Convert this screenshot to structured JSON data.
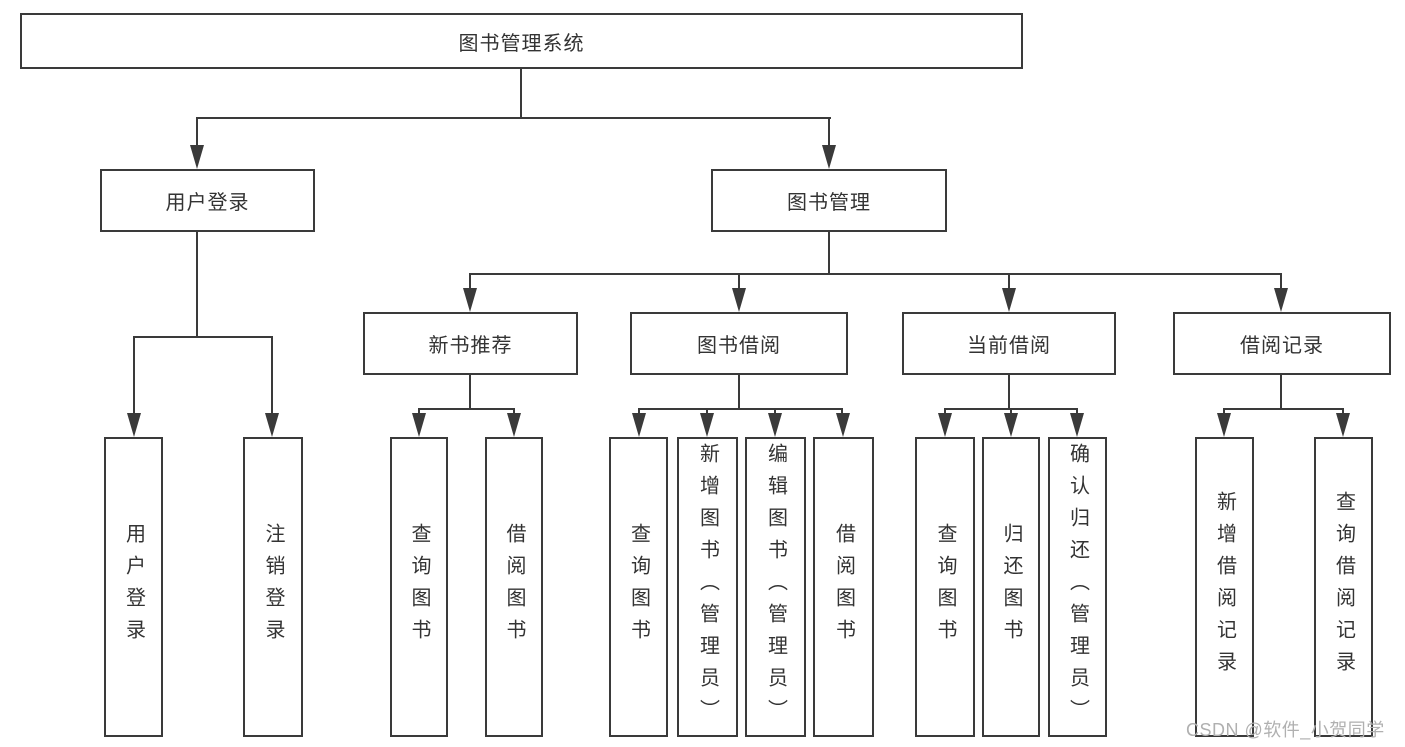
{
  "tree": {
    "label": "图书管理系统",
    "children": [
      {
        "label": "用户登录",
        "children": [
          {
            "label": "用户登录"
          },
          {
            "label": "注销登录"
          }
        ]
      },
      {
        "label": "图书管理",
        "children": [
          {
            "label": "新书推荐",
            "children": [
              {
                "label": "查询图书"
              },
              {
                "label": "借阅图书"
              }
            ]
          },
          {
            "label": "图书借阅",
            "children": [
              {
                "label": "查询图书"
              },
              {
                "label": "新增图书（管理员）"
              },
              {
                "label": "编辑图书（管理员）"
              },
              {
                "label": "借阅图书"
              }
            ]
          },
          {
            "label": "当前借阅",
            "children": [
              {
                "label": "查询图书"
              },
              {
                "label": "归还图书"
              },
              {
                "label": "确认归还（管理员）"
              }
            ]
          },
          {
            "label": "借阅记录",
            "children": [
              {
                "label": "新增借阅记录"
              },
              {
                "label": "查询借阅记录"
              }
            ]
          }
        ]
      }
    ]
  },
  "watermark": {
    "text": "CSDN @软件_小贺同学"
  },
  "colors": {
    "line": "#3a3a3a",
    "text": "#333333",
    "watermark": "#b0b0b0",
    "background": "#ffffff"
  }
}
